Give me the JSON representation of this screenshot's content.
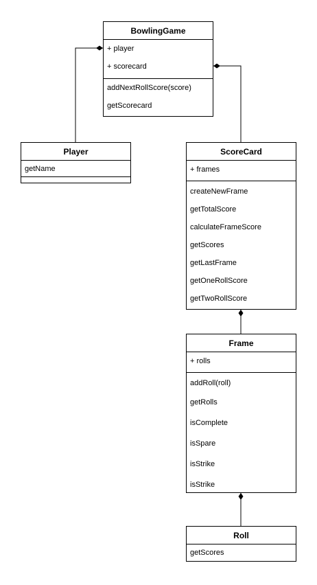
{
  "classes": {
    "bowling_game": {
      "name": "BowlingGame",
      "attributes": [
        "+ player",
        "+ scorecard"
      ],
      "operations": [
        "addNextRollScore(score)",
        "getScorecard"
      ]
    },
    "player": {
      "name": "Player",
      "attributes": [
        "getName"
      ],
      "operations": []
    },
    "scorecard": {
      "name": "ScoreCard",
      "attributes": [
        "+ frames"
      ],
      "operations": [
        "createNewFrame",
        "getTotalScore",
        "calculateFrameScore",
        "getScores",
        "getLastFrame",
        "getOneRollScore",
        "getTwoRollScore"
      ]
    },
    "frame": {
      "name": "Frame",
      "attributes": [
        "+ rolls"
      ],
      "operations": [
        "addRoll(roll)",
        "getRolls",
        "isComplete",
        "isSpare",
        "isStrike",
        "isStrike"
      ]
    },
    "roll": {
      "name": "Roll",
      "operations": [
        "getScores"
      ]
    }
  },
  "relationships": [
    {
      "type": "composition",
      "whole": "BowlingGame",
      "part": "Player"
    },
    {
      "type": "composition",
      "whole": "BowlingGame",
      "part": "ScoreCard"
    },
    {
      "type": "composition",
      "whole": "ScoreCard",
      "part": "Frame"
    },
    {
      "type": "composition",
      "whole": "Frame",
      "part": "Roll"
    }
  ]
}
